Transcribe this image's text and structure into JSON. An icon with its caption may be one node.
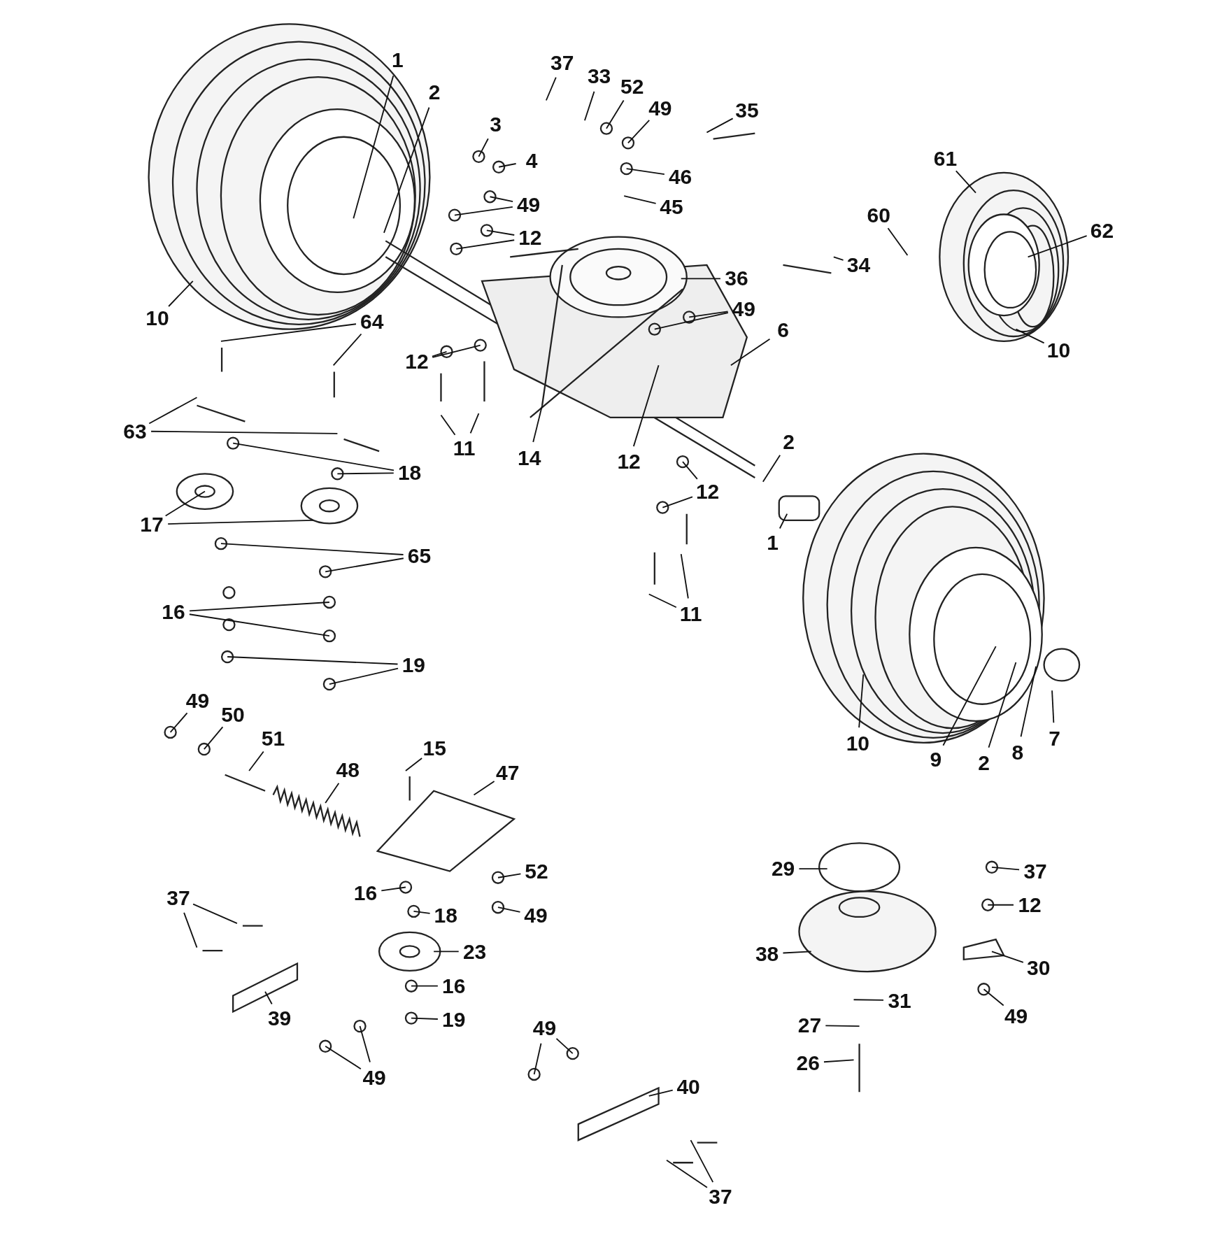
{
  "diagram": {
    "nodes": [
      {
        "text": [
          "1"
        ]
      },
      {
        "text": [
          "2"
        ]
      },
      {
        "text": [
          "3"
        ]
      },
      {
        "text": [
          "4"
        ]
      },
      {
        "text": [
          "37"
        ]
      },
      {
        "text": [
          "33"
        ]
      },
      {
        "text": [
          "52"
        ]
      },
      {
        "text": [
          "49"
        ]
      },
      {
        "text": [
          "35"
        ]
      },
      {
        "text": [
          "46"
        ]
      },
      {
        "text": [
          "45"
        ]
      },
      {
        "text": [
          "61"
        ]
      },
      {
        "text": [
          "60"
        ]
      },
      {
        "text": [
          "62"
        ]
      },
      {
        "text": [
          "34"
        ]
      },
      {
        "text": [
          "49"
        ]
      },
      {
        "text": [
          "12"
        ]
      },
      {
        "text": [
          "36"
        ]
      },
      {
        "text": [
          "49"
        ]
      },
      {
        "text": [
          "6"
        ]
      },
      {
        "text": [
          "10"
        ]
      },
      {
        "text": [
          "64"
        ]
      },
      {
        "text": [
          "12"
        ]
      },
      {
        "text": [
          "63"
        ]
      },
      {
        "text": [
          "11"
        ]
      },
      {
        "text": [
          "14"
        ]
      },
      {
        "text": [
          "12"
        ]
      },
      {
        "text": [
          "2"
        ]
      },
      {
        "text": [
          "12"
        ]
      },
      {
        "text": [
          "18"
        ]
      },
      {
        "text": [
          "17"
        ]
      },
      {
        "text": [
          "1"
        ]
      },
      {
        "text": [
          "65"
        ]
      },
      {
        "text": [
          "10"
        ]
      },
      {
        "text": [
          "16"
        ]
      },
      {
        "text": [
          "11"
        ]
      },
      {
        "text": [
          "19"
        ]
      },
      {
        "text": [
          "10"
        ]
      },
      {
        "text": [
          "9"
        ]
      },
      {
        "text": [
          "2"
        ]
      },
      {
        "text": [
          "8"
        ]
      },
      {
        "text": [
          "7"
        ]
      },
      {
        "text": [
          "49"
        ]
      },
      {
        "text": [
          "50"
        ]
      },
      {
        "text": [
          "51"
        ]
      },
      {
        "text": [
          "15"
        ]
      },
      {
        "text": [
          "48"
        ]
      },
      {
        "text": [
          "47"
        ]
      },
      {
        "text": [
          "29"
        ]
      },
      {
        "text": [
          "37"
        ]
      },
      {
        "text": [
          "52"
        ]
      },
      {
        "text": [
          "16"
        ]
      },
      {
        "text": [
          "49"
        ]
      },
      {
        "text": [
          "18"
        ]
      },
      {
        "text": [
          "12"
        ]
      },
      {
        "text": [
          "37"
        ]
      },
      {
        "text": [
          "38"
        ]
      },
      {
        "text": [
          "23"
        ]
      },
      {
        "text": [
          "30"
        ]
      },
      {
        "text": [
          "16"
        ]
      },
      {
        "text": [
          "31"
        ]
      },
      {
        "text": [
          "39"
        ]
      },
      {
        "text": [
          "19"
        ]
      },
      {
        "text": [
          "27"
        ]
      },
      {
        "text": [
          "49"
        ]
      },
      {
        "text": [
          "49"
        ]
      },
      {
        "text": [
          "26"
        ]
      },
      {
        "text": [
          "40"
        ]
      },
      {
        "text": [
          "49"
        ]
      },
      {
        "text": [
          "37"
        ]
      }
    ],
    "edges": [
      {
        "from": 0,
        "to": null,
        "arrow": "none"
      },
      {
        "from": 1,
        "to": null,
        "arrow": "none"
      },
      {
        "from": 2,
        "to": null,
        "arrow": "none"
      },
      {
        "from": 3,
        "to": null,
        "arrow": "none"
      },
      {
        "from": 4,
        "to": null,
        "arrow": "none"
      },
      {
        "from": 5,
        "to": null,
        "arrow": "none"
      },
      {
        "from": 6,
        "to": null,
        "arrow": "none"
      },
      {
        "from": 7,
        "to": null,
        "arrow": "none"
      },
      {
        "from": 8,
        "to": null,
        "arrow": "none"
      },
      {
        "from": 9,
        "to": null,
        "arrow": "none"
      },
      {
        "from": 10,
        "to": null,
        "arrow": "none"
      },
      {
        "from": 11,
        "to": null,
        "arrow": "none"
      },
      {
        "from": 12,
        "to": null,
        "arrow": "none"
      },
      {
        "from": 13,
        "to": null,
        "arrow": "none"
      },
      {
        "from": 14,
        "to": null,
        "arrow": "none"
      },
      {
        "from": 15,
        "to": null,
        "arrow": "none"
      },
      {
        "from": 15,
        "to": null,
        "arrow": "none"
      },
      {
        "from": 16,
        "to": null,
        "arrow": "none"
      },
      {
        "from": 16,
        "to": null,
        "arrow": "none"
      },
      {
        "from": 17,
        "to": null,
        "arrow": "none"
      },
      {
        "from": 18,
        "to": null,
        "arrow": "none"
      },
      {
        "from": 18,
        "to": null,
        "arrow": "none"
      },
      {
        "from": 19,
        "to": null,
        "arrow": "none"
      },
      {
        "from": 20,
        "to": null,
        "arrow": "none"
      },
      {
        "from": 21,
        "to": null,
        "arrow": "none"
      },
      {
        "from": 21,
        "to": null,
        "arrow": "none"
      },
      {
        "from": 22,
        "to": null,
        "arrow": "none"
      },
      {
        "from": 22,
        "to": null,
        "arrow": "none"
      },
      {
        "from": 23,
        "to": null,
        "arrow": "none"
      },
      {
        "from": 23,
        "to": null,
        "arrow": "none"
      },
      {
        "from": 24,
        "to": null,
        "arrow": "none"
      },
      {
        "from": 24,
        "to": null,
        "arrow": "none"
      },
      {
        "from": 25,
        "to": null,
        "arrow": "none"
      },
      {
        "from": 26,
        "to": null,
        "arrow": "none"
      },
      {
        "from": 27,
        "to": null,
        "arrow": "none"
      },
      {
        "from": 28,
        "to": null,
        "arrow": "none"
      },
      {
        "from": 28,
        "to": null,
        "arrow": "none"
      },
      {
        "from": 29,
        "to": null,
        "arrow": "none"
      },
      {
        "from": 29,
        "to": null,
        "arrow": "none"
      },
      {
        "from": 30,
        "to": null,
        "arrow": "none"
      },
      {
        "from": 30,
        "to": null,
        "arrow": "none"
      },
      {
        "from": 31,
        "to": null,
        "arrow": "none"
      },
      {
        "from": 32,
        "to": null,
        "arrow": "none"
      },
      {
        "from": 32,
        "to": null,
        "arrow": "none"
      },
      {
        "from": 33,
        "to": null,
        "arrow": "none"
      },
      {
        "from": 34,
        "to": null,
        "arrow": "none"
      },
      {
        "from": 34,
        "to": null,
        "arrow": "none"
      },
      {
        "from": 35,
        "to": null,
        "arrow": "none"
      },
      {
        "from": 35,
        "to": null,
        "arrow": "none"
      },
      {
        "from": 36,
        "to": null,
        "arrow": "none"
      },
      {
        "from": 36,
        "to": null,
        "arrow": "none"
      },
      {
        "from": 37,
        "to": null,
        "arrow": "none"
      },
      {
        "from": 38,
        "to": null,
        "arrow": "none"
      },
      {
        "from": 39,
        "to": null,
        "arrow": "none"
      },
      {
        "from": 40,
        "to": null,
        "arrow": "none"
      },
      {
        "from": 41,
        "to": null,
        "arrow": "none"
      },
      {
        "from": 42,
        "to": null,
        "arrow": "none"
      },
      {
        "from": 43,
        "to": null,
        "arrow": "none"
      },
      {
        "from": 44,
        "to": null,
        "arrow": "none"
      },
      {
        "from": 45,
        "to": null,
        "arrow": "none"
      },
      {
        "from": 46,
        "to": null,
        "arrow": "none"
      },
      {
        "from": 47,
        "to": null,
        "arrow": "none"
      },
      {
        "from": 48,
        "to": null,
        "arrow": "none"
      },
      {
        "from": 49,
        "to": null,
        "arrow": "none"
      },
      {
        "from": 50,
        "to": null,
        "arrow": "none"
      },
      {
        "from": 51,
        "to": null,
        "arrow": "none"
      },
      {
        "from": 52,
        "to": null,
        "arrow": "none"
      },
      {
        "from": 53,
        "to": null,
        "arrow": "none"
      },
      {
        "from": 54,
        "to": null,
        "arrow": "none"
      },
      {
        "from": 55,
        "to": null,
        "arrow": "none"
      },
      {
        "from": 55,
        "to": null,
        "arrow": "none"
      },
      {
        "from": 56,
        "to": null,
        "arrow": "none"
      },
      {
        "from": 57,
        "to": null,
        "arrow": "none"
      },
      {
        "from": 58,
        "to": null,
        "arrow": "none"
      },
      {
        "from": 59,
        "to": null,
        "arrow": "none"
      },
      {
        "from": 60,
        "to": null,
        "arrow": "none"
      },
      {
        "from": 61,
        "to": null,
        "arrow": "none"
      },
      {
        "from": 62,
        "to": null,
        "arrow": "none"
      },
      {
        "from": 63,
        "to": null,
        "arrow": "none"
      },
      {
        "from": 64,
        "to": null,
        "arrow": "none"
      },
      {
        "from": 65,
        "to": null,
        "arrow": "none"
      },
      {
        "from": 65,
        "to": null,
        "arrow": "none"
      },
      {
        "from": 66,
        "to": null,
        "arrow": "none"
      },
      {
        "from": 67,
        "to": null,
        "arrow": "none"
      },
      {
        "from": 68,
        "to": null,
        "arrow": "none"
      },
      {
        "from": 68,
        "to": null,
        "arrow": "none"
      },
      {
        "from": 69,
        "to": null,
        "arrow": "none"
      },
      {
        "from": 69,
        "to": null,
        "arrow": "none"
      }
    ]
  }
}
